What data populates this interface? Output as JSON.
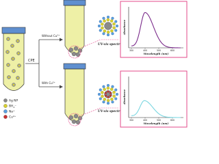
{
  "process": {
    "cpe_label": "CPE",
    "without_label": "Without Cu",
    "without_sup": "2+",
    "with_label": "With Cu",
    "with_sup": "2+"
  },
  "legend": {
    "items": [
      {
        "label": "Ag NP",
        "color": "#8a8a8a"
      },
      {
        "label": "BH",
        "sub": "4",
        "sup": "−",
        "color": "#d8d030"
      },
      {
        "label": "Na",
        "sup": "+",
        "color": "#5aa0e0"
      },
      {
        "label": "Cu",
        "sup": "2+",
        "color": "#c83030"
      }
    ]
  },
  "captions": {
    "top": "UV-vis spectra",
    "bottom": "UV-vis spectra"
  },
  "spectra": {
    "top": {
      "ylabel": "Absorbance",
      "xlabel": "Wavelength (nm)",
      "ticks": [
        "300",
        "400",
        "500",
        "600"
      ],
      "color": "#7a2a8a",
      "peak_nm": 400,
      "peak_height_fraction": 0.85
    },
    "bottom": {
      "ylabel": "Absorbance",
      "xlabel": "Wavelength (nm)",
      "ticks": [
        "300",
        "400",
        "500",
        "600"
      ],
      "color": "#7ad6e0",
      "peak_nm": 395,
      "peak_height_fraction": 0.4
    }
  },
  "colors": {
    "tube_fill": "#eef0a6",
    "tube_cap": "#5f8fcf",
    "pink_box": "#e34a8a",
    "arrow": "#444444"
  }
}
